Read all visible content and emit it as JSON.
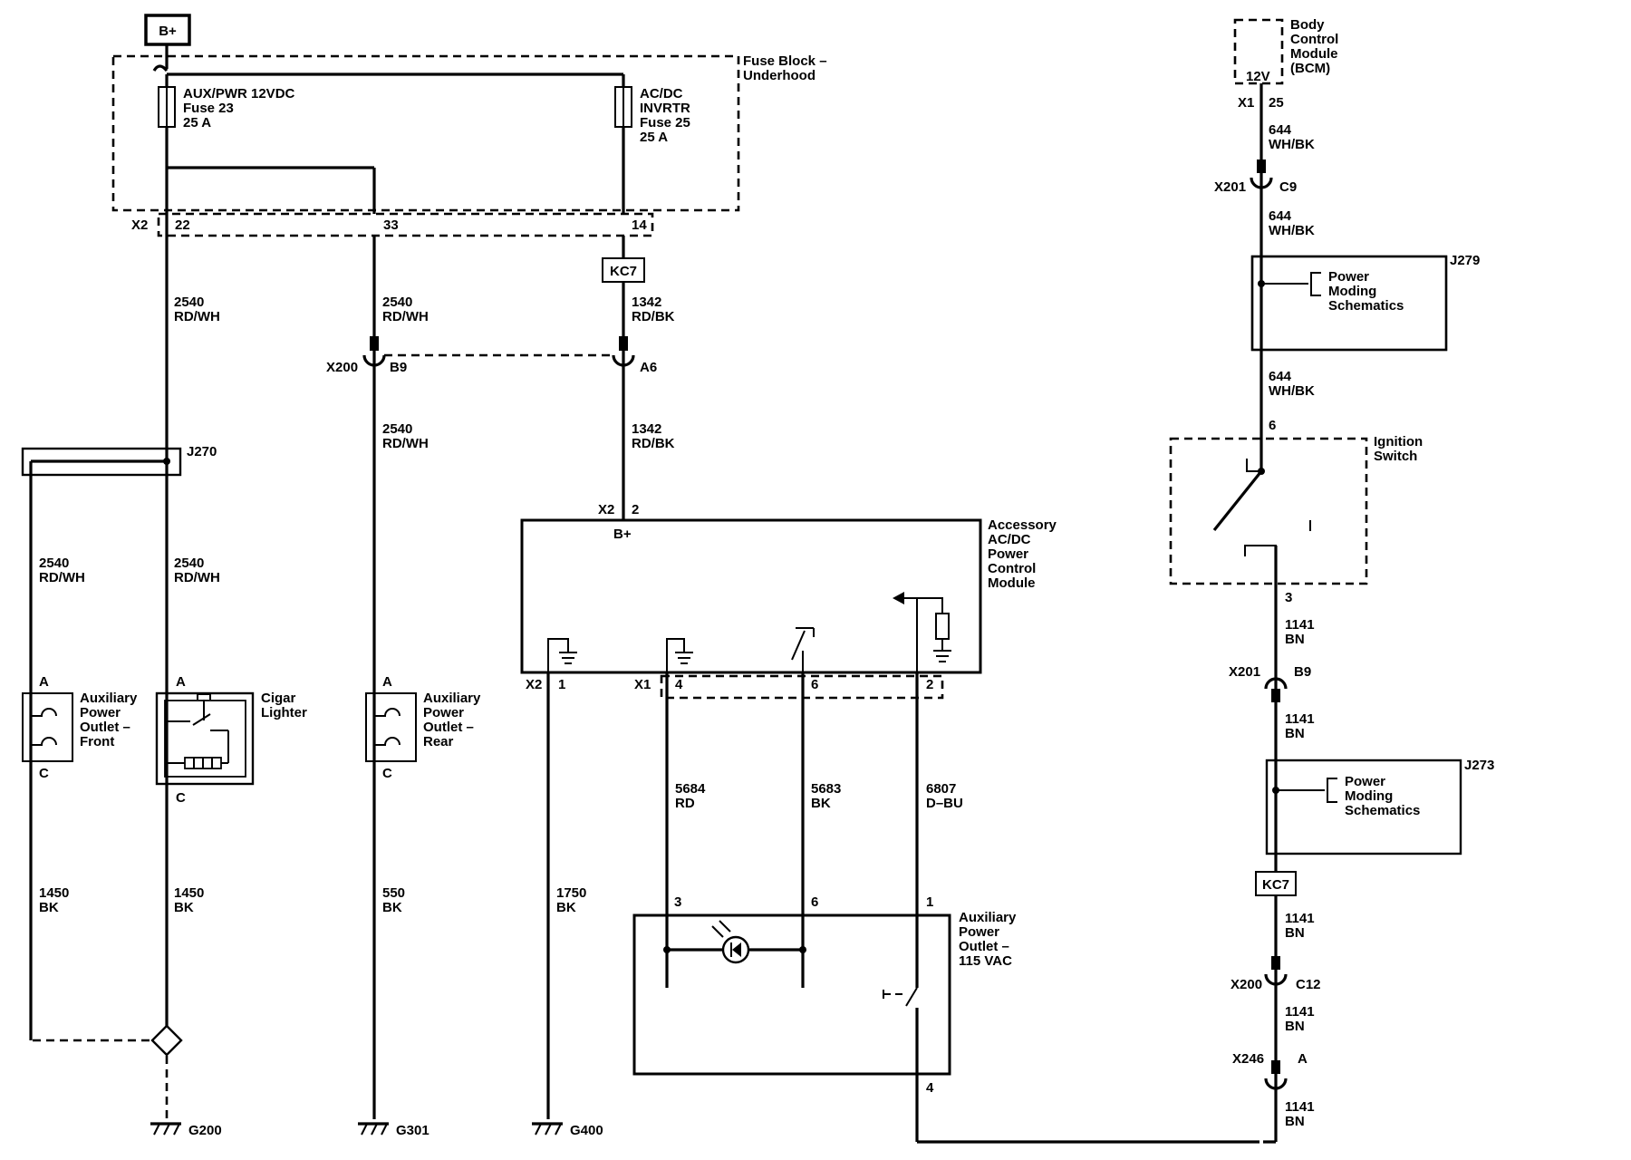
{
  "power_source": "B+",
  "fuse_block": {
    "label": [
      "Fuse Block –",
      "Underhood"
    ],
    "connector": "X2",
    "pins": [
      "22",
      "33",
      "14"
    ],
    "fuse23": [
      "AUX/PWR 12VDC",
      "Fuse 23",
      "25 A"
    ],
    "fuse25": [
      "AC/DC",
      "INVRTR",
      "Fuse 25",
      "25 A"
    ]
  },
  "connectors": {
    "kc7": "KC7",
    "x200": "X200",
    "b9": "B9",
    "a6": "A6",
    "j270": "J270"
  },
  "wires": {
    "w2540": [
      "2540",
      "RD/WH"
    ],
    "w1342": [
      "1342",
      "RD/BK"
    ],
    "w1450": [
      "1450",
      "BK"
    ],
    "w550": [
      "550",
      "BK"
    ],
    "w1750": [
      "1750",
      "BK"
    ],
    "w5684": [
      "5684",
      "RD"
    ],
    "w5683": [
      "5683",
      "BK"
    ],
    "w6807": [
      "6807",
      "D–BU"
    ],
    "w644": [
      "644",
      "WH/BK"
    ],
    "w1141": [
      "1141",
      "BN"
    ]
  },
  "components": {
    "aux_front": [
      "Auxiliary",
      "Power",
      "Outlet –",
      "Front"
    ],
    "cigar": [
      "Cigar",
      "Lighter"
    ],
    "aux_rear": [
      "Auxiliary",
      "Power",
      "Outlet –",
      "Rear"
    ],
    "pin_a": "A",
    "pin_c": "C",
    "accessory_module": [
      "Accessory",
      "AC/DC",
      "Power",
      "Control",
      "Module"
    ],
    "module_bplus": "B+",
    "module_x2": "X2",
    "module_x1": "X1",
    "module_pins": {
      "p2": "2",
      "p1": "1",
      "p4": "4",
      "p6": "6",
      "p2b": "2"
    },
    "outlet_115": [
      "Auxiliary",
      "Power",
      "Outlet –",
      "115 VAC"
    ],
    "outlet_pins": {
      "p3": "3",
      "p6": "6",
      "p1": "1",
      "p4": "4"
    }
  },
  "grounds": [
    "G200",
    "G301",
    "G400"
  ],
  "right_circuit": {
    "bcm": [
      "Body",
      "Control",
      "Module",
      "(BCM)"
    ],
    "bcm_voltage": "12V",
    "bcm_conn": "X1",
    "bcm_pin": "25",
    "x201": "X201",
    "c9": "C9",
    "j279": "J279",
    "power_moding": [
      "Power",
      "Moding",
      "Schematics"
    ],
    "ign_pin_top": "6",
    "ignition": [
      "Ignition",
      "Switch"
    ],
    "ign_pin_bottom": "3",
    "x201b": "X201",
    "b9b": "B9",
    "j273": "J273",
    "kc7": "KC7",
    "x200": "X200",
    "c12": "C12",
    "x246": "X246",
    "pin_a": "A"
  }
}
